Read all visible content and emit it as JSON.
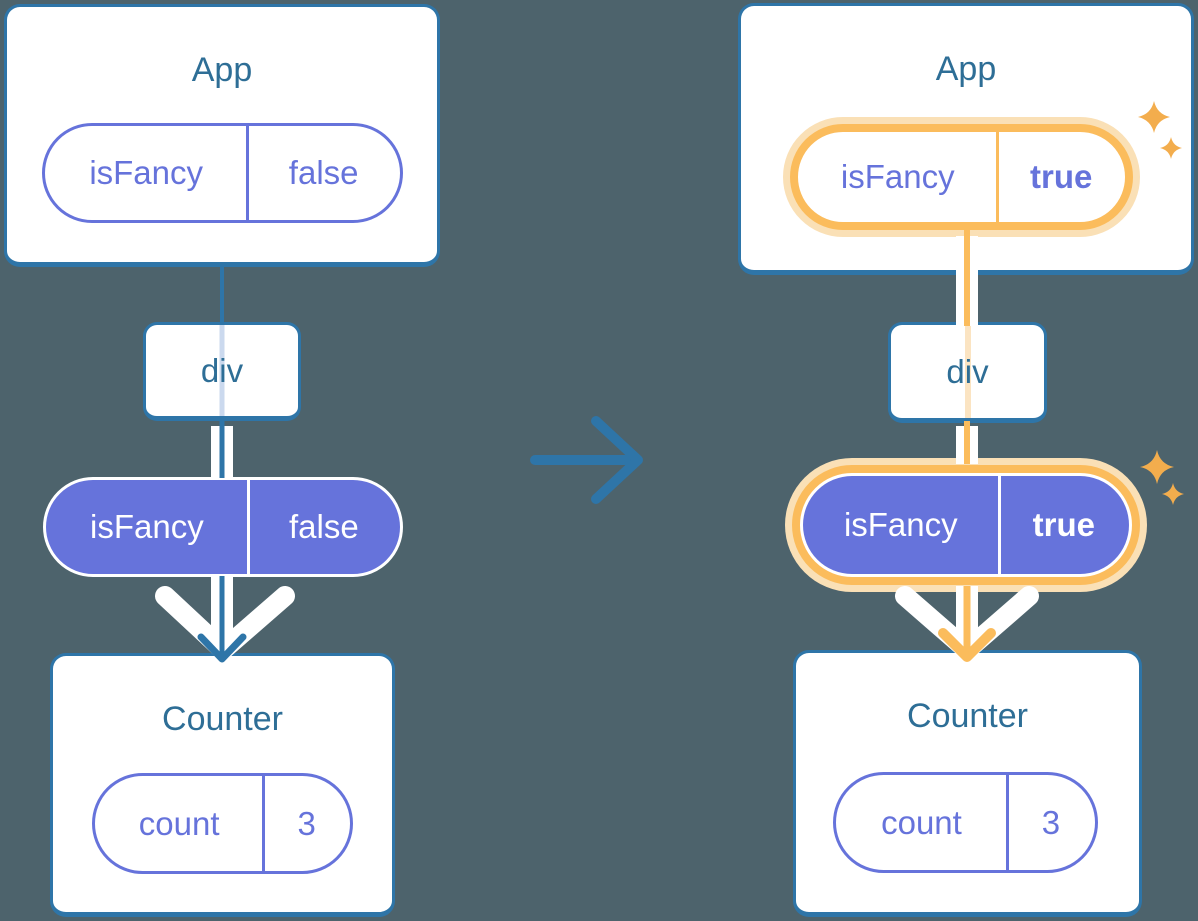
{
  "diagram": {
    "before": {
      "app_title": "App",
      "app_prop_name": "isFancy",
      "app_prop_value": "false",
      "div_label": "div",
      "context_name": "isFancy",
      "context_value": "false",
      "counter_title": "Counter",
      "counter_state_name": "count",
      "counter_state_value": "3"
    },
    "after": {
      "app_title": "App",
      "app_prop_name": "isFancy",
      "app_prop_value": "true",
      "div_label": "div",
      "context_name": "isFancy",
      "context_value": "true",
      "counter_title": "Counter",
      "counter_state_name": "count",
      "counter_state_value": "3"
    }
  },
  "icons": {
    "transition": "arrow-right-icon",
    "highlight": "sparkles-icon"
  },
  "colors": {
    "background": "#4D636C",
    "card_border_blue": "#2E75A8",
    "title_text": "#2E6E96",
    "purple": "#6673DB",
    "pale_blue_line": "#CBD9EE",
    "highlight_orange": "#FBBC5C",
    "highlight_glow": "#FAE0B6",
    "pale_orange_line": "#FBE4C2",
    "sparkle_orange": "#F3AD4D",
    "white": "#FFFFFF"
  }
}
